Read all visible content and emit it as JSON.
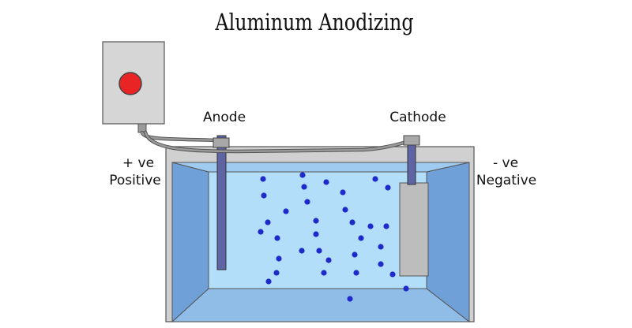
{
  "title": "Aluminum Anodizing",
  "labels": {
    "anode": "Anode",
    "cathode": "Cathode",
    "positive_sign": "+ ve",
    "positive_word": "Positive",
    "negative_sign": "- ve",
    "negative_word": "Negative"
  },
  "colors": {
    "tank_rim": "#d0d0d0",
    "tank_wall": "#6fa0d8",
    "tank_floor": "#8fbde8",
    "tank_back": "#b3defa",
    "electrolyte_surface": "#9fcbf0",
    "electrode": "#5e64a4",
    "cathode_plate": "#bdbdbd",
    "power_box": "#d6d6d6",
    "indicator_light": "#e82424",
    "particle": "#1f2acb",
    "cable": "#9a9a9a"
  },
  "components": {
    "power_supply": {
      "indicator": "red-light-icon"
    }
  }
}
